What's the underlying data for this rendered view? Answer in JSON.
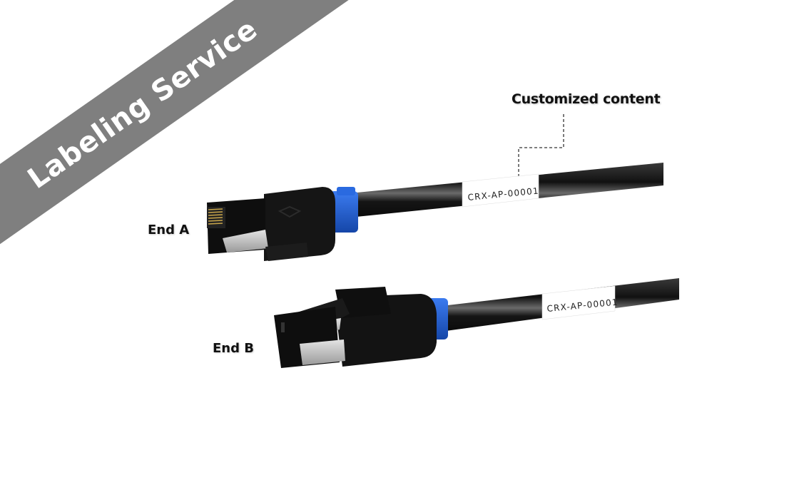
{
  "banner": {
    "text": "Labeling Service",
    "color": "#7f7f7f"
  },
  "callout": {
    "text": "Customized content"
  },
  "cable_a": {
    "end_label": "End A",
    "tag_text": "CRX-AP-00001"
  },
  "cable_b": {
    "end_label": "End B",
    "tag_text": "CRX-AP-00001"
  },
  "colors": {
    "cable": "#1a1a1a",
    "boot_accent": "#1f5fd6",
    "tag": "#ffffff",
    "shield": "#c9c9c9"
  }
}
